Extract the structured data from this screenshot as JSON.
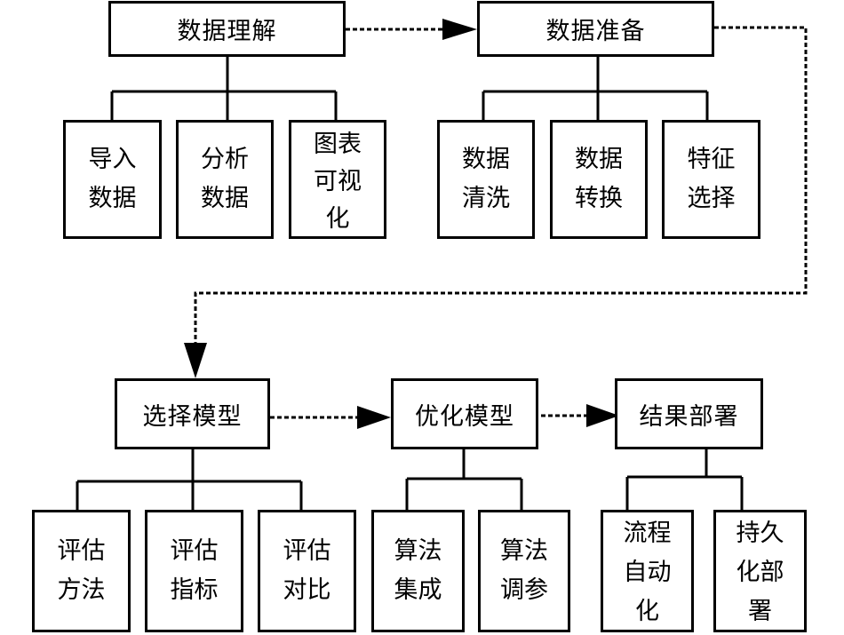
{
  "diagram": {
    "type": "process-flow",
    "colors": {
      "stroke": "#000000",
      "background": "#ffffff"
    },
    "stages": [
      {
        "id": "data-understanding",
        "label": "数据理解",
        "children": [
          {
            "lines": [
              "导入",
              "数据"
            ]
          },
          {
            "lines": [
              "分析",
              "数据"
            ]
          },
          {
            "lines": [
              "图表",
              "可视",
              "化"
            ]
          }
        ]
      },
      {
        "id": "data-preparation",
        "label": "数据准备",
        "children": [
          {
            "lines": [
              "数据",
              "清洗"
            ]
          },
          {
            "lines": [
              "数据",
              "转换"
            ]
          },
          {
            "lines": [
              "特征",
              "选择"
            ]
          }
        ]
      },
      {
        "id": "model-selection",
        "label": "选择模型",
        "children": [
          {
            "lines": [
              "评估",
              "方法"
            ]
          },
          {
            "lines": [
              "评估",
              "指标"
            ]
          },
          {
            "lines": [
              "评估",
              "对比"
            ]
          }
        ]
      },
      {
        "id": "model-optimization",
        "label": "优化模型",
        "children": [
          {
            "lines": [
              "算法",
              "集成"
            ]
          },
          {
            "lines": [
              "算法",
              "调参"
            ]
          }
        ]
      },
      {
        "id": "result-deployment",
        "label": "结果部署",
        "children": [
          {
            "lines": [
              "流程",
              "自动",
              "化"
            ]
          },
          {
            "lines": [
              "持久",
              "化部",
              "署"
            ]
          }
        ]
      }
    ],
    "flow": [
      {
        "from": "data-understanding",
        "to": "data-preparation",
        "style": "dashed-arrow"
      },
      {
        "from": "data-preparation",
        "to": "model-selection",
        "style": "dashed-arrow"
      },
      {
        "from": "model-selection",
        "to": "model-optimization",
        "style": "dashed-arrow"
      },
      {
        "from": "model-optimization",
        "to": "result-deployment",
        "style": "dashed-arrow"
      }
    ]
  }
}
